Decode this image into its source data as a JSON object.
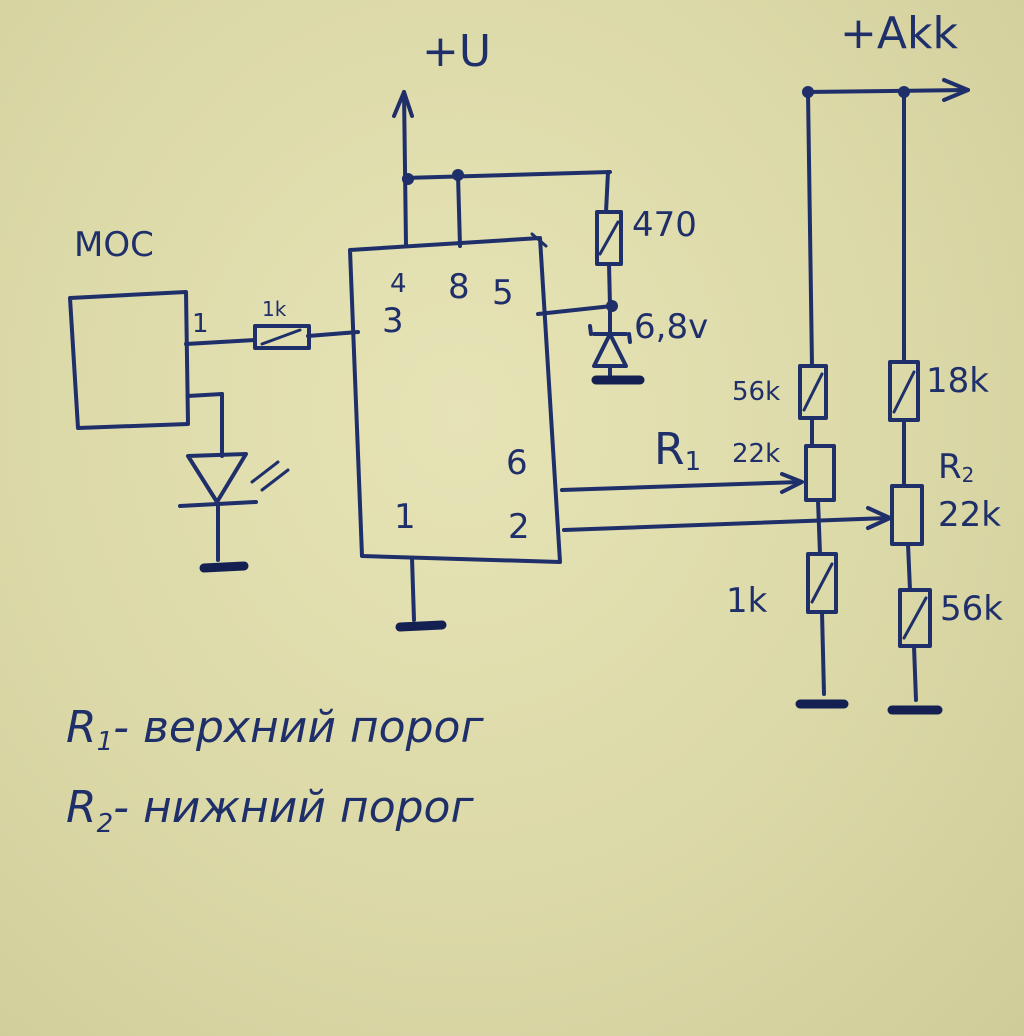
{
  "labels": {
    "supply_u": "+U",
    "supply_akk": "+Akk",
    "moc": "MOC",
    "moc_pin": "1",
    "r_in": "1k",
    "r_470": "470",
    "zener": "6,8v",
    "pin4": "4",
    "pin8": "8",
    "pin5": "5",
    "pin3": "3",
    "pin6": "6",
    "pin1": "1",
    "pin2": "2",
    "r_56k_a": "56k",
    "r1": "R",
    "r1_sub": "1",
    "r1_val": "22k",
    "r_1k": "1k",
    "r_18k": "18k",
    "r2": "R",
    "r2_sub": "2",
    "r2_val": "22k",
    "r_56k_b": "56k"
  },
  "notes": {
    "r1_r": "R",
    "r1_sub": "1",
    "r1_text": "- верхний порог",
    "r2_r": "R",
    "r2_sub": "2",
    "r2_text": "- нижний порог"
  }
}
